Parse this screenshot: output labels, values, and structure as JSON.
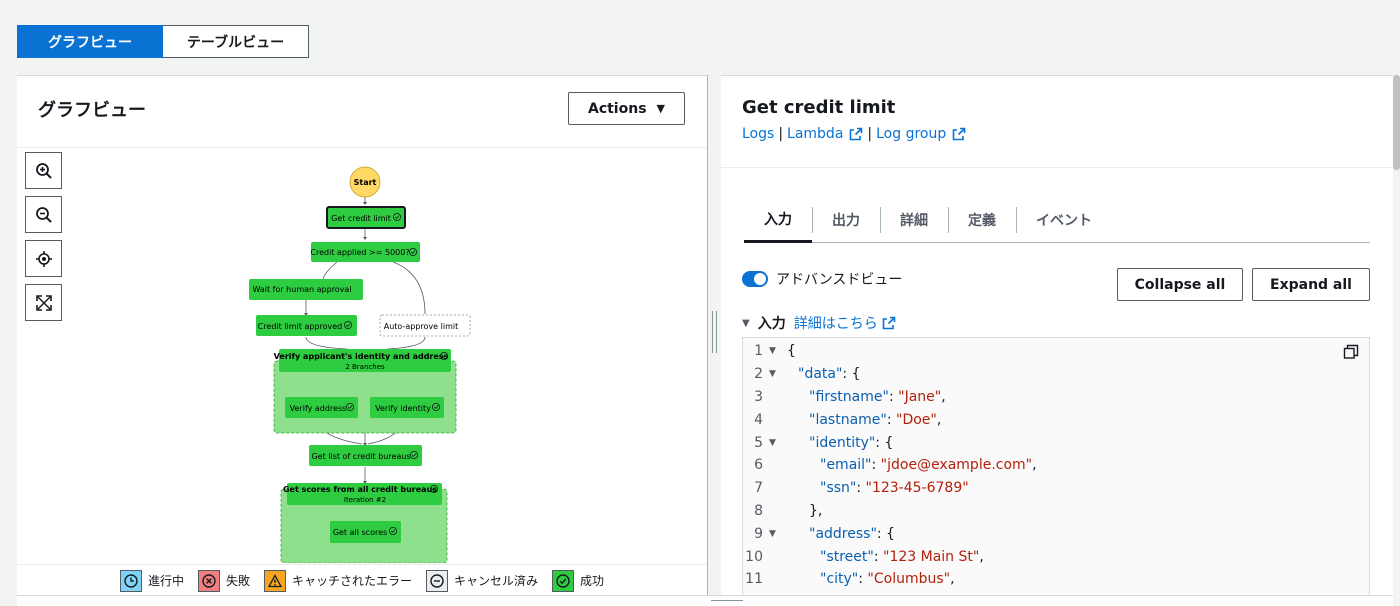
{
  "view_toggle": {
    "graph": "グラフビュー",
    "table": "テーブルビュー"
  },
  "left": {
    "title": "グラフビュー",
    "actions_label": "Actions",
    "zoom_controls": [
      "zoom-in-icon",
      "zoom-out-icon",
      "center-icon",
      "fit-icon"
    ],
    "graph": {
      "start": "Start",
      "get_credit_limit": "Get credit limit",
      "credit_applied": "Credit applied >= 5000?",
      "wait_human": "Wait for human approval",
      "credit_approved": "Credit limit approved",
      "auto_approve": "Auto-approve limit",
      "verify_identity_address": "Verify applicant's identity and address",
      "branches": "2 Branches",
      "verify_address": "Verify address",
      "verify_identity": "Verify identity",
      "get_list_bureaus": "Get list of credit bureaus",
      "get_scores": "Get scores from all credit bureaus",
      "iteration": "Iteration #2",
      "get_all_scores": "Get all scores"
    },
    "legend": {
      "in_progress": "進行中",
      "failed": "失敗",
      "caught_error": "キャッチされたエラー",
      "cancelled": "キャンセル済み",
      "succeeded": "成功"
    },
    "colors": {
      "success": "#2ecc40",
      "start": "#ffd866",
      "branch_bg": "#8fe08c"
    }
  },
  "right": {
    "title": "Get credit limit",
    "links": {
      "logs": "Logs",
      "lambda": "Lambda",
      "log_group": "Log group"
    },
    "tabs": [
      "入力",
      "出力",
      "詳細",
      "定義",
      "イベント"
    ],
    "advanced_view_label": "アドバンスドビュー",
    "collapse_all": "Collapse all",
    "expand_all": "Expand all",
    "section_label": "入力",
    "learn_more": "詳細はこちら",
    "code": [
      {
        "n": "1",
        "fold": true,
        "indent": 0,
        "key": "",
        "val": "",
        "text": "{"
      },
      {
        "n": "2",
        "fold": true,
        "indent": 1,
        "key": "\"data\"",
        "val": "",
        "text": ": {"
      },
      {
        "n": "3",
        "fold": false,
        "indent": 2,
        "key": "\"firstname\"",
        "val": "\"Jane\"",
        "text": ","
      },
      {
        "n": "4",
        "fold": false,
        "indent": 2,
        "key": "\"lastname\"",
        "val": "\"Doe\"",
        "text": ","
      },
      {
        "n": "5",
        "fold": true,
        "indent": 2,
        "key": "\"identity\"",
        "val": "",
        "text": ": {"
      },
      {
        "n": "6",
        "fold": false,
        "indent": 3,
        "key": "\"email\"",
        "val": "\"jdoe@example.com\"",
        "text": ","
      },
      {
        "n": "7",
        "fold": false,
        "indent": 3,
        "key": "\"ssn\"",
        "val": "\"123-45-6789\"",
        "text": ""
      },
      {
        "n": "8",
        "fold": false,
        "indent": 2,
        "key": "",
        "val": "",
        "text": "},"
      },
      {
        "n": "9",
        "fold": true,
        "indent": 2,
        "key": "\"address\"",
        "val": "",
        "text": ": {"
      },
      {
        "n": "10",
        "fold": false,
        "indent": 3,
        "key": "\"street\"",
        "val": "\"123 Main St\"",
        "text": ","
      },
      {
        "n": "11",
        "fold": false,
        "indent": 3,
        "key": "\"city\"",
        "val": "\"Columbus\"",
        "text": ","
      }
    ]
  }
}
